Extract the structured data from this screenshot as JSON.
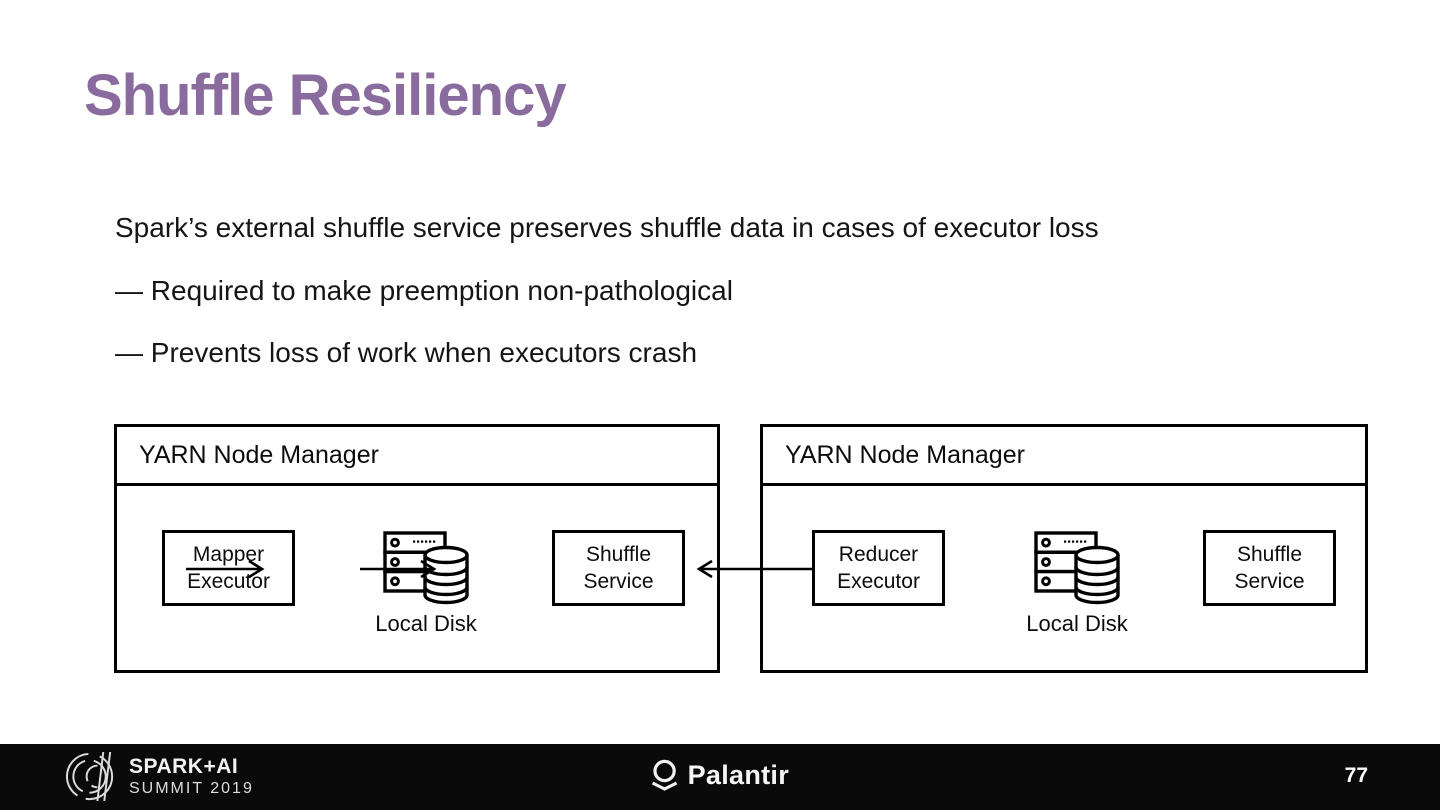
{
  "title": "Shuffle Resiliency",
  "body": {
    "intro": "Spark’s external shuffle service preserves shuffle data in cases of executor loss",
    "bullets": [
      "— Required to make preemption non-pathological",
      "— Prevents loss of work when executors crash"
    ]
  },
  "diagram": {
    "nodes": [
      {
        "header": "YARN Node Manager",
        "executor": {
          "line1": "Mapper",
          "line2": "Executor"
        },
        "disk_label": "Local Disk",
        "service": {
          "line1": "Shuffle",
          "line2": "Service"
        }
      },
      {
        "header": "YARN Node Manager",
        "executor": {
          "line1": "Reducer",
          "line2": "Executor"
        },
        "disk_label": "Local Disk",
        "service": {
          "line1": "Shuffle",
          "line2": "Service"
        }
      }
    ]
  },
  "footer": {
    "spark_logo": {
      "line1": "SPARK+AI",
      "line2": "SUMMIT 2019"
    },
    "palantir_label": "Palantir",
    "page_number": "77"
  },
  "colors": {
    "title_purple": "#8a6b9d",
    "footer_background": "#0a0a0a",
    "diagram_line": "#000000",
    "text": "#151515"
  }
}
